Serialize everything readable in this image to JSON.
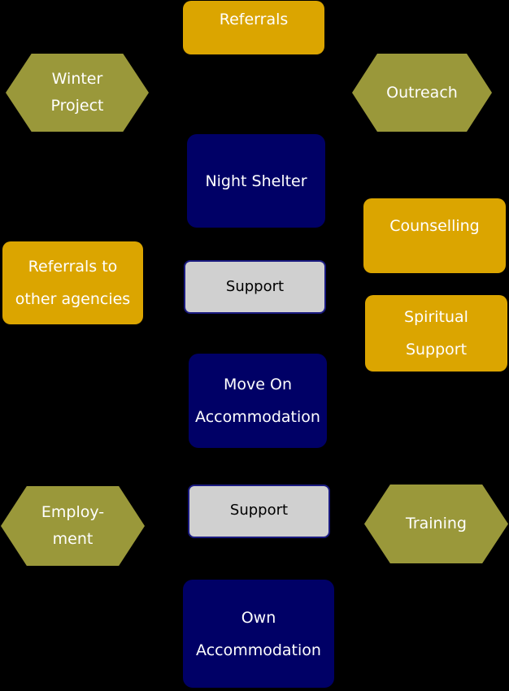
{
  "nodes": {
    "referrals": {
      "lines": [
        "Referrals"
      ]
    },
    "winter_project": {
      "lines": [
        "Winter",
        "Project"
      ]
    },
    "outreach": {
      "lines": [
        "Outreach"
      ]
    },
    "night_shelter": {
      "lines": [
        "Night Shelter"
      ]
    },
    "counselling": {
      "lines": [
        "Counselling"
      ]
    },
    "support_1": {
      "lines": [
        "Support"
      ]
    },
    "referrals_other": {
      "lines": [
        "Referrals to",
        "other agencies"
      ]
    },
    "spiritual_support": {
      "lines": [
        "Spiritual",
        "Support"
      ]
    },
    "move_on": {
      "lines": [
        "Move On",
        "Accommodation"
      ]
    },
    "employment": {
      "lines": [
        "Employ-",
        "ment"
      ]
    },
    "support_2": {
      "lines": [
        "Support"
      ]
    },
    "training": {
      "lines": [
        "Training"
      ]
    },
    "own_accommodation": {
      "lines": [
        "Own",
        "Accommodation"
      ]
    }
  },
  "colors": {
    "background": "#000000",
    "gold": "#dba500",
    "navy": "#000066",
    "olive": "#9a983a",
    "grey": "#d0d0d0"
  }
}
